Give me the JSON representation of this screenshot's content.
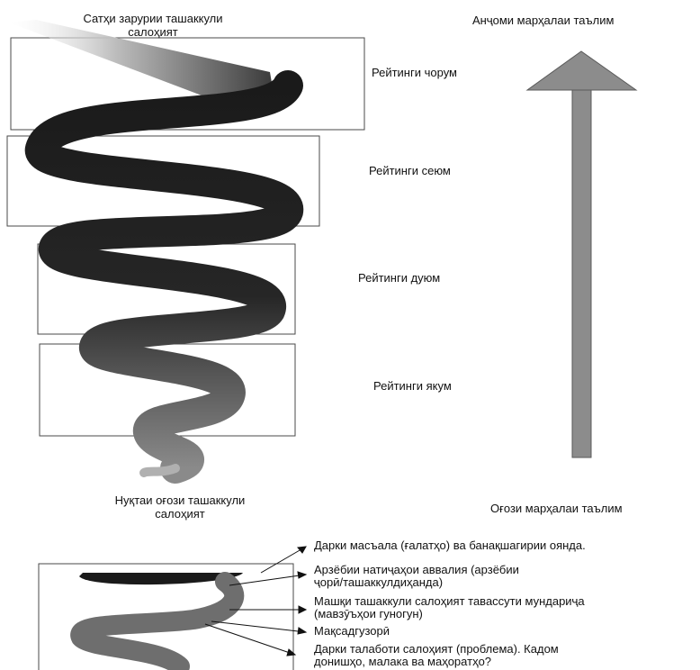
{
  "top_title": [
    "Сатҳи зарурии ташаккули",
    "салоҳият"
  ],
  "end_stage": "Анҷоми марҳалаи таълим",
  "start_stage": "Оғози марҳалаи таълим",
  "bottom_title": [
    "Нуқтаи оғози ташаккули",
    "салоҳият"
  ],
  "ratings": [
    "Рейтинги чорум",
    "Рейтинги сеюм",
    "Рейтинги дуюм",
    "Рейтинги якум"
  ],
  "annotations": [
    [
      "Дарки масъала (ғалатҳо) ва банақшагирии оянда."
    ],
    [
      "Арзёбии натиҷаҳои аввалия (арзёбии",
      "ҷорӣ/ташаккулдиҳанда)"
    ],
    [
      "Машқи ташаккули салоҳият тавассути мундариҷа",
      "(мавзӯъҳои гуногун)"
    ],
    [
      "Мақсадгузорӣ"
    ],
    [
      "Дарки талаботи салоҳият (проблема). Кадом",
      "донишҳо, малака ва маҳоратҳо?"
    ]
  ],
  "colors": {
    "spiral_dark": "#1a1a1a",
    "spiral_light": "#6e6e6e",
    "arrow": "#8c8c8c",
    "box": "#4a4a4a"
  }
}
